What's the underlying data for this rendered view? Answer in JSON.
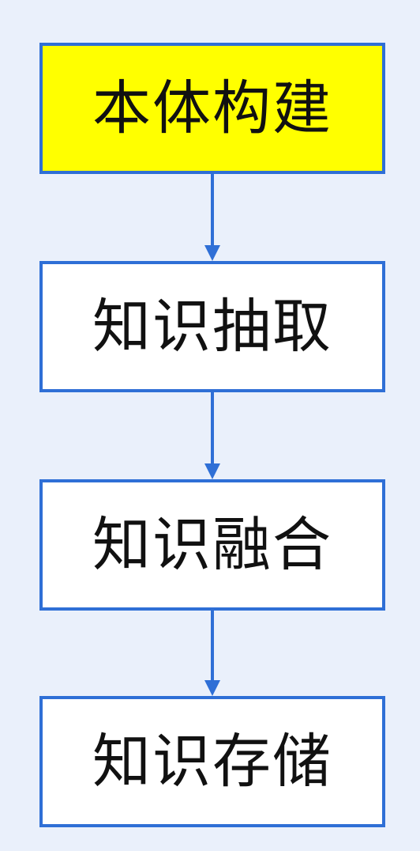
{
  "flowchart": {
    "steps": [
      {
        "label": "本体构建",
        "highlighted": true
      },
      {
        "label": "知识抽取",
        "highlighted": false
      },
      {
        "label": "知识融合",
        "highlighted": false
      },
      {
        "label": "知识存储",
        "highlighted": false
      }
    ]
  },
  "colors": {
    "background": "#eaf0fb",
    "box_border": "#2f6fd6",
    "box_fill": "#ffffff",
    "highlight_fill": "#ffff00",
    "arrow": "#2f6fd6",
    "text": "#111111"
  }
}
